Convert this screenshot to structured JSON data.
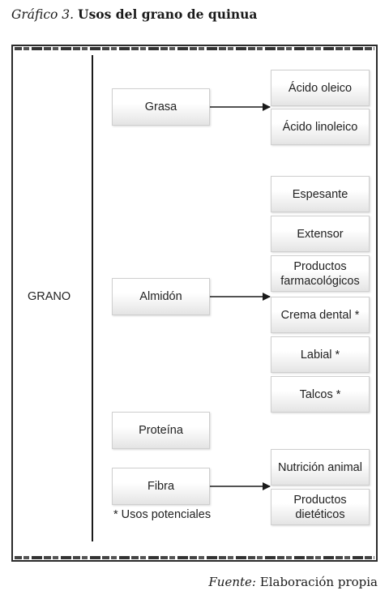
{
  "title": {
    "lead": "Gráfico 3.",
    "text": "Usos del grano de quinua"
  },
  "root": "GRANO",
  "categories": [
    {
      "label": "Grasa",
      "uses": [
        "Ácido oleico",
        "Ácido linoleico"
      ]
    },
    {
      "label": "Almidón",
      "uses": [
        "Espesante",
        "Extensor",
        "Productos farmacológicos",
        "Crema dental *",
        "Labial *",
        "Talcos *"
      ]
    },
    {
      "label": "Proteína",
      "uses": []
    },
    {
      "label": "Fibra",
      "uses": [
        "Nutrición animal",
        "Productos dietéticos"
      ]
    }
  ],
  "note": "* Usos potenciales",
  "source": {
    "lead": "Fuente:",
    "text": "Elaboración propia"
  }
}
